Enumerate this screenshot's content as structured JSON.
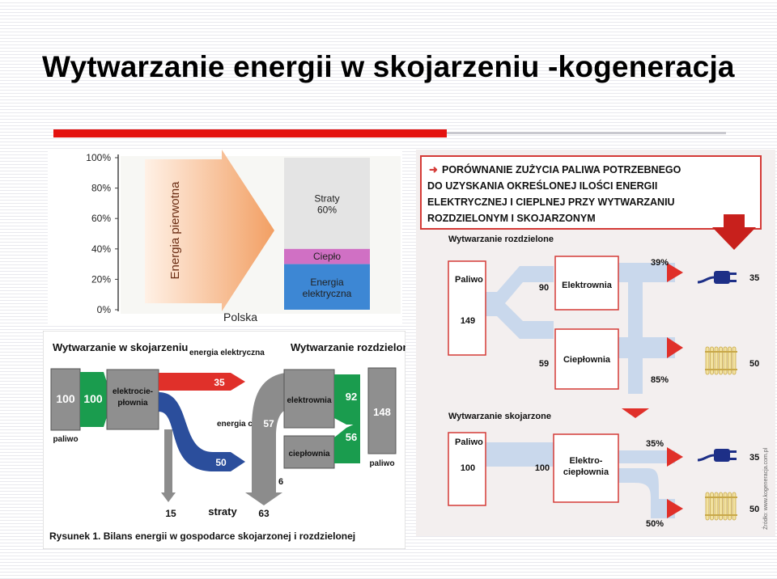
{
  "slide": {
    "title": "Wytwarzanie energii w skojarzeniu -kogeneracja"
  },
  "colors": {
    "accent": "#e4120f",
    "green": "#1a9c4e",
    "red": "#e0302a",
    "blue": "#2b4e9c",
    "grey": "#8c8c8c",
    "orange": "#f29f63"
  },
  "chart_pl": {
    "ticks": [
      "100%",
      "80%",
      "60%",
      "40%",
      "20%",
      "0%"
    ],
    "arrow_label": "Energia pierwotna",
    "xlabel": "Polska",
    "segments": [
      {
        "label": "Straty\n60%",
        "line1": "Straty",
        "line2": "60%",
        "value": 60
      },
      {
        "label": "Ciepło",
        "line1": "Ciepło",
        "value": 10
      },
      {
        "label": "Energia elektryczna",
        "line1": "Energia",
        "line2": "elektryczna",
        "value": 30
      }
    ]
  },
  "sankey": {
    "header_left": "Wytwarzanie w skojarzeniu",
    "header_mid": "energia elektryczna",
    "header_right": "Wytwarzanie rozdzielone",
    "fuel_left": "100",
    "fuel_left_label": "paliwo",
    "green_left": "100",
    "chp_label_1": "elektrocie-",
    "chp_label_2": "płownia",
    "elec": "35",
    "heat_label": "energia cieplna",
    "heat": "50",
    "loss_left": "15",
    "loss_label": "straty",
    "loss_right": "63",
    "loss_57": "57",
    "loss_6": "6",
    "plant_elec": "elektrownia",
    "plant_heat": "ciepłownia",
    "green_92": "92",
    "green_56": "56",
    "fuel_right": "148",
    "fuel_right_label": "paliwo",
    "caption": "Rysunek 1. Bilans energii w gospodarce skojarzonej i rozdzielonej"
  },
  "comparison": {
    "heading_l1": "PORÓWNANIE ZUŻYCIA PALIWA POTRZEBNEGO",
    "heading_l2": "DO UZYSKANIA OKREŚLONEJ ILOŚCI ENERGII",
    "heading_l3": "ELEKTRYCZNEJ I CIEPLNEJ PRZY WYTWARZANIU",
    "heading_l4": "ROZDZIELONYM I SKOJARZONYM",
    "separate_label": "Wytwarzanie rozdzielone",
    "fuel_label_1": "Paliwo",
    "fuel_value_1": "149",
    "to_power_plant": "90",
    "power_plant": "Elektrownia",
    "eff_power": "39%",
    "out_elec_1": "35",
    "to_heat_plant": "59",
    "heat_plant": "Ciepłownia",
    "eff_heat": "85%",
    "out_heat_1": "50",
    "cogen_label": "Wytwarzanie skojarzone",
    "fuel_label_2": "Paliwo",
    "fuel_value_2": "100",
    "to_chp": "100",
    "chp_1": "Elektro-",
    "chp_2": "ciepłownia",
    "eff_chp_elec": "35%",
    "out_elec_2": "35",
    "eff_chp_heat": "50%",
    "out_heat_2": "50",
    "source": "Źródło: www.kogeneracja.com.pl"
  }
}
